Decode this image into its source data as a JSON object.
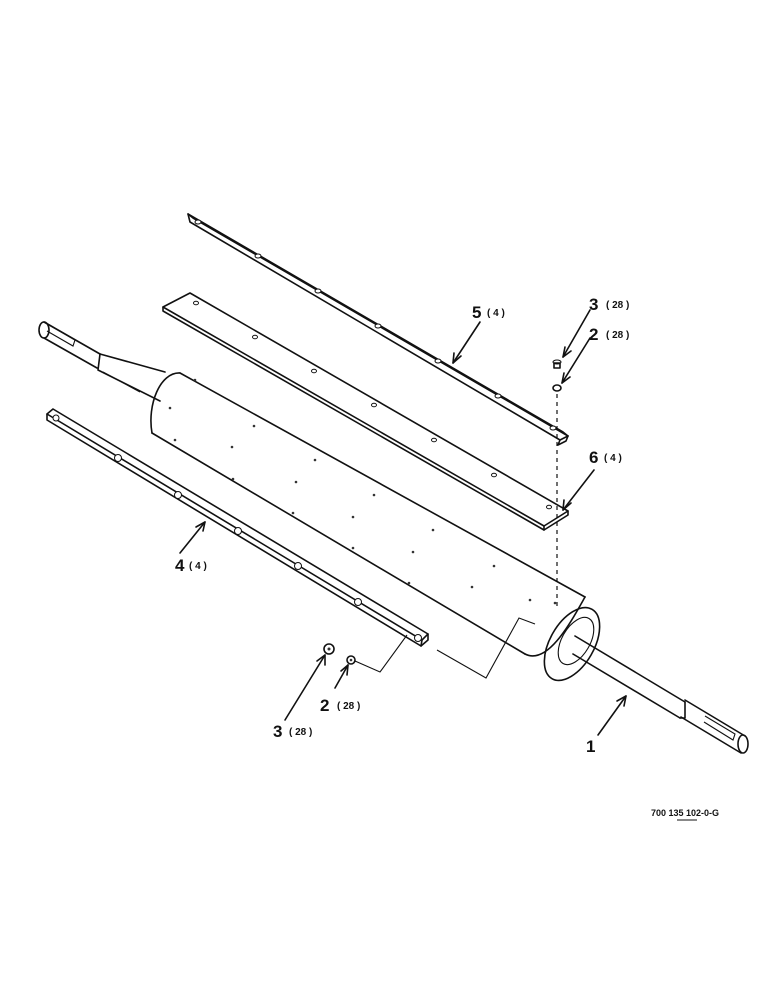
{
  "callouts": [
    {
      "id": "1",
      "qty": ""
    },
    {
      "id": "2",
      "qty": "( 28 )"
    },
    {
      "id": "2",
      "qty": "( 28 )"
    },
    {
      "id": "3",
      "qty": "( 28 )"
    },
    {
      "id": "3",
      "qty": "( 28 )"
    },
    {
      "id": "4",
      "qty": "( 4 )"
    },
    {
      "id": "5",
      "qty": "( 4 )"
    },
    {
      "id": "6",
      "qty": "( 4 )"
    }
  ],
  "drawing_number": "700 135 102-0-G",
  "line_color": "#111111"
}
